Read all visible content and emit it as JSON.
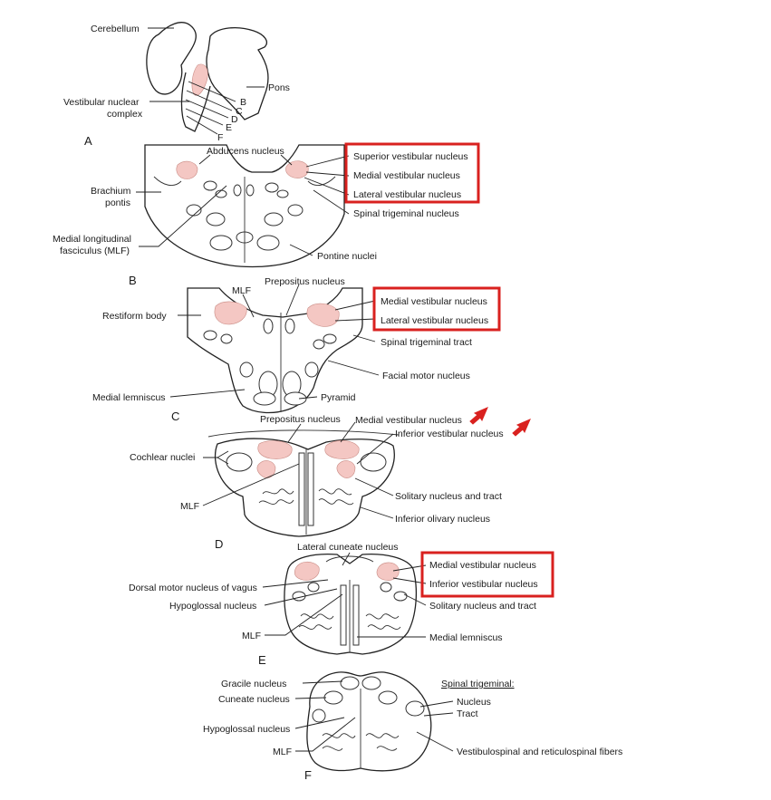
{
  "colors": {
    "highlight_box": "#d9211f",
    "vestibular_fill": "#f4c7c3",
    "ink": "#1a1a1a"
  },
  "panel_a": {
    "letter": "A",
    "labels": {
      "cerebellum": "Cerebellum",
      "pons": "Pons",
      "vestibular_line1": "Vestibular nuclear",
      "vestibular_line2": "complex",
      "b": "B",
      "c": "C",
      "d": "D",
      "e": "E",
      "f": "F"
    }
  },
  "panel_b": {
    "letter": "B",
    "labels": {
      "abducens": "Abducens nucleus",
      "brachium_line1": "Brachium",
      "brachium_line2": "pontis",
      "mlf_line1": "Medial longitudinal",
      "mlf_line2": "fasciculus (MLF)",
      "superior_vestibular": "Superior vestibular nucleus",
      "medial_vestibular": "Medial vestibular nucleus",
      "lateral_vestibular": "Lateral vestibular nucleus",
      "spinal_trigeminal": "Spinal trigeminal nucleus",
      "pontine": "Pontine nuclei"
    }
  },
  "panel_c": {
    "letter": "C",
    "labels": {
      "prepositus": "Prepositus nucleus",
      "mlf": "MLF",
      "restiform": "Restiform body",
      "medial_vestibular": "Medial vestibular nucleus",
      "lateral_vestibular": "Lateral vestibular nucleus",
      "spinal_trigeminal_tract": "Spinal trigeminal tract",
      "facial_motor": "Facial motor nucleus",
      "medial_lemniscus": "Medial lemniscus",
      "pyramid": "Pyramid"
    }
  },
  "panel_d": {
    "letter": "D",
    "labels": {
      "prepositus": "Prepositus nucleus",
      "medial_vestibular": "Medial vestibular nucleus",
      "inferior_vestibular": "Inferior vestibular nucleus",
      "cochlear": "Cochlear nuclei",
      "mlf": "MLF",
      "solitary": "Solitary nucleus and tract",
      "inferior_olivary": "Inferior olivary nucleus"
    }
  },
  "panel_e": {
    "letter": "E",
    "labels": {
      "lateral_cuneate": "Lateral cuneate nucleus",
      "dorsal_motor": "Dorsal motor nucleus of vagus",
      "hypoglossal": "Hypoglossal nucleus",
      "mlf": "MLF",
      "medial_vestibular": "Medial vestibular nucleus",
      "inferior_vestibular": "Inferior vestibular nucleus",
      "solitary": "Solitary nucleus and tract",
      "medial_lemniscus": "Medial lemniscus"
    }
  },
  "panel_f": {
    "letter": "F",
    "labels": {
      "gracile": "Gracile nucleus",
      "cuneate": "Cuneate nucleus",
      "hypoglossal": "Hypoglossal nucleus",
      "mlf": "MLF",
      "spinal_trigeminal": "Spinal trigeminal:",
      "nucleus": "Nucleus",
      "tract": "Tract",
      "vestibulospinal": "Vestibulospinal and reticulospinal fibers"
    }
  }
}
